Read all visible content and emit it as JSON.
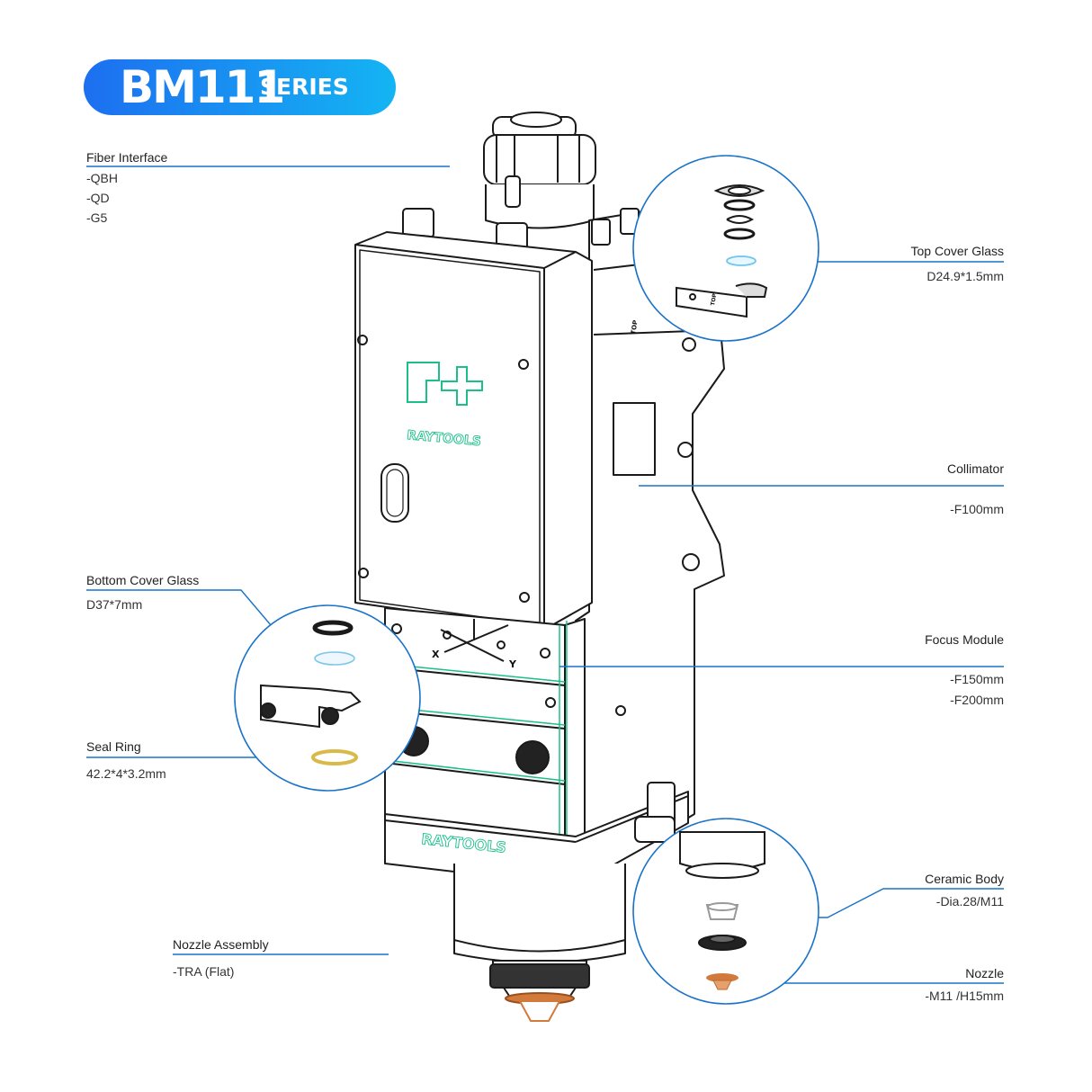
{
  "title": {
    "model": "BM111",
    "suffix": "SERIES"
  },
  "brand": {
    "logo_text": "RAYTOOLS"
  },
  "colors": {
    "accent": "#1a73c9",
    "badge_start": "#1d6ff0",
    "badge_end": "#14b4f3",
    "logo_green": "#1bbf8a",
    "seal_gold": "#d9b94a",
    "nozzle_copper": "#d27a3c"
  },
  "callouts": {
    "fiber_interface": {
      "label": "Fiber Interface",
      "values": [
        "-QBH",
        "-QD",
        "-G5"
      ]
    },
    "top_cover_glass": {
      "label": "Top Cover Glass",
      "value": "D24.9*1.5mm"
    },
    "collimator": {
      "label": "Collimator",
      "value": "-F100mm"
    },
    "bottom_cover_glass": {
      "label": "Bottom Cover Glass",
      "value": "D37*7mm"
    },
    "focus_module": {
      "label": "Focus Module",
      "values": [
        "-F150mm",
        "-F200mm"
      ]
    },
    "seal_ring": {
      "label": "Seal Ring",
      "value": "42.2*4*3.2mm"
    },
    "ceramic_body": {
      "label": "Ceramic Body",
      "value": "-Dia.28/M11"
    },
    "nozzle_assembly": {
      "label": "Nozzle Assembly",
      "value": "-TRA (Flat)"
    },
    "nozzle": {
      "label": "Nozzle",
      "value": "-M11 /H15mm"
    }
  },
  "axis_marks": {
    "x": "X",
    "y": "Y"
  },
  "top_marks": {
    "label": "TOP"
  }
}
